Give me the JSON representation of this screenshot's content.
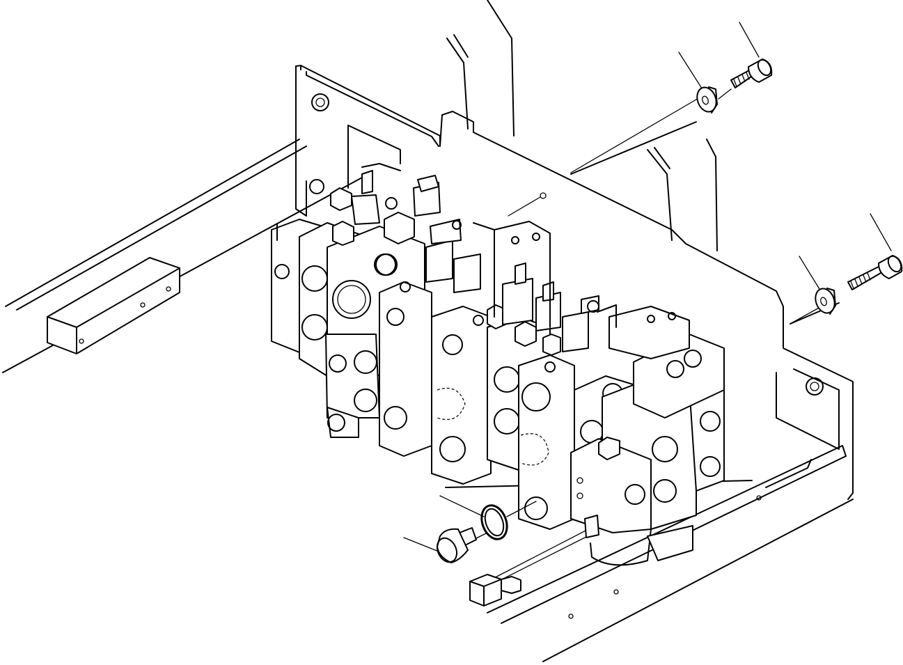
{
  "diagram": {
    "parts": [
      {
        "id": "bolt-upper",
        "icon": "hex-socket-bolt-icon"
      },
      {
        "id": "washer-upper",
        "icon": "washer-icon"
      },
      {
        "id": "bolt-lower",
        "icon": "hex-socket-bolt-icon"
      },
      {
        "id": "washer-lower",
        "icon": "washer-icon"
      },
      {
        "id": "o-ring",
        "icon": "o-ring-icon"
      },
      {
        "id": "plug",
        "icon": "plug-icon"
      },
      {
        "id": "control-valve",
        "icon": "control-valve-icon"
      },
      {
        "id": "mounting-bracket",
        "icon": "bracket-icon"
      },
      {
        "id": "connector",
        "icon": "connector-icon"
      }
    ]
  }
}
